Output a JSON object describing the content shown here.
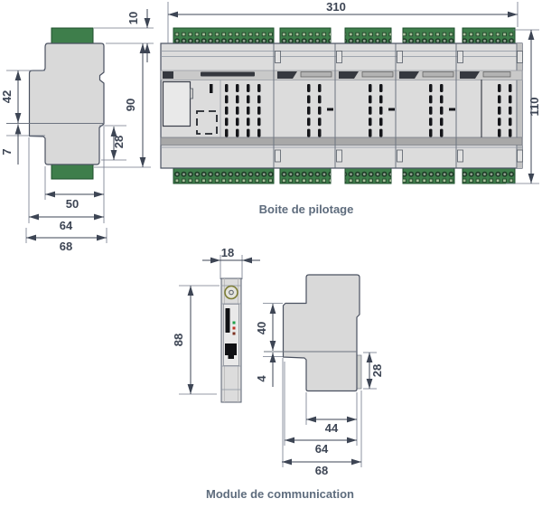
{
  "labels": {
    "control_box": "Boite de pilotage",
    "communication_module": "Module de communication"
  },
  "control_box": {
    "front_view": {
      "width": "310",
      "height": "110"
    },
    "side_view": {
      "connector_height": "10",
      "upper_section": "42",
      "rail_offset": "7",
      "total_height": "90",
      "lower_section": "28",
      "inner_width": "50",
      "mid_width": "64",
      "outer_width": "68"
    }
  },
  "communication_module": {
    "front_view": {
      "width": "18",
      "height": "88"
    },
    "side_view": {
      "upper_section": "40",
      "rail_offset": "4",
      "lower_section": "28",
      "inner_width": "44",
      "mid_width": "64",
      "outer_width": "68"
    }
  },
  "colors": {
    "connector_green": "#3e7e4b",
    "body_grey": "#d9d9d9",
    "outline": "#4a5160",
    "dimension_text": "#3d4554",
    "label_text": "#5e6c7d"
  }
}
